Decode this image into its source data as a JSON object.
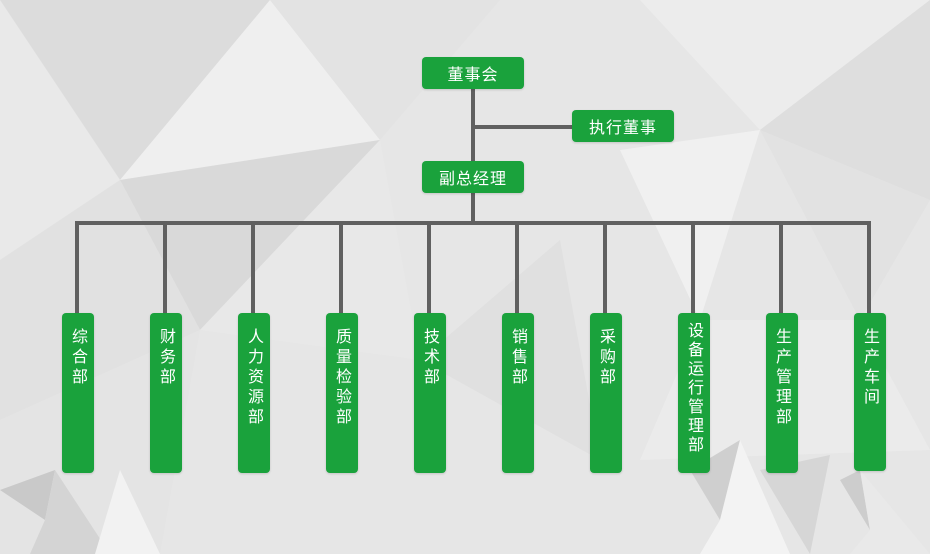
{
  "colors": {
    "node": "#1aa23c",
    "node_text": "#ffffff",
    "connector": "#606060",
    "background": "#e6e6e6"
  },
  "nodes": {
    "board": "董事会",
    "executive_director": "执行董事",
    "deputy_general_manager": "副总经理"
  },
  "departments": [
    "综合部",
    "财务部",
    "人力资源部",
    "质量检验部",
    "技术部",
    "销售部",
    "采购部",
    "设备运行管理部",
    "生产管理部",
    "生产车间"
  ]
}
